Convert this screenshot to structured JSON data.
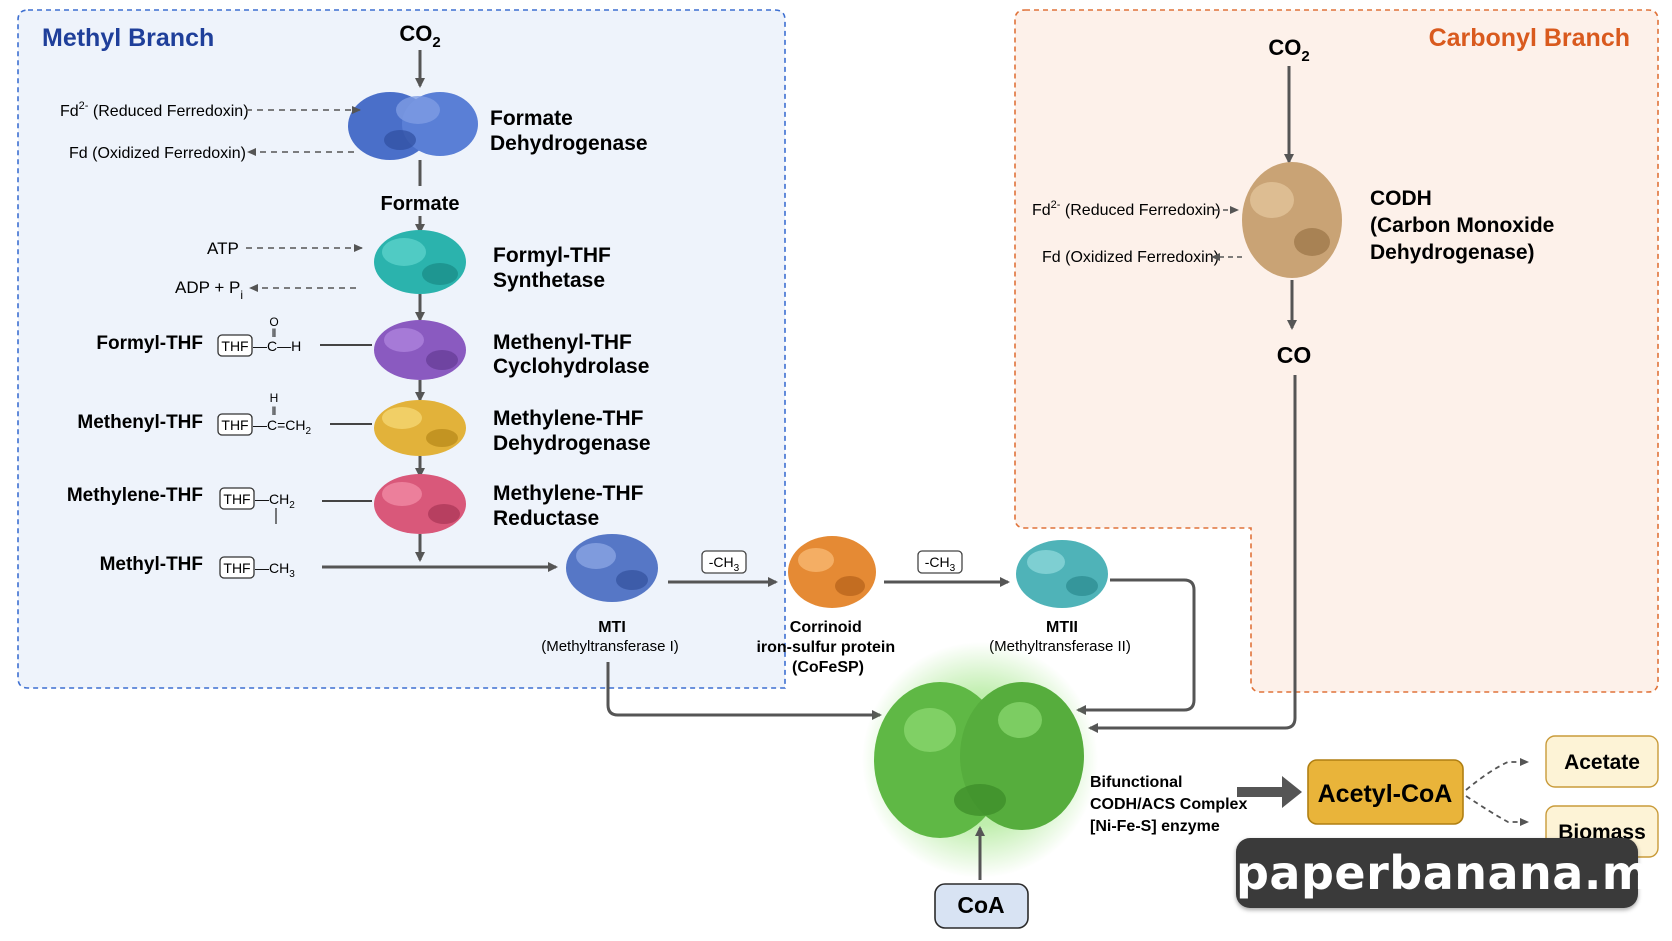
{
  "methyl_branch": {
    "title": "Methyl Branch",
    "co2": "CO",
    "co2_sub": "2",
    "fd_reduced": "Fd",
    "fd_reduced_sup": "2-",
    "fd_reduced_label": "(Reduced Ferredoxin)",
    "fd_oxidized": "Fd  (Oxidized Ferredoxin)",
    "fdh_line1": "Formate",
    "fdh_line2": "Dehydrogenase",
    "formate": "Formate",
    "atp": "ATP",
    "adp": "ADP + P",
    "adp_sub": "i",
    "fts_line1": "Formyl-THF",
    "fts_line2": "Synthetase",
    "cyclo_line1": "Methenyl-THF",
    "cyclo_line2": "Cyclohydrolase",
    "mthd_line1": "Methylene-THF",
    "mthd_line2": "Dehydrogenase",
    "mthr_line1": "Methylene-THF",
    "mthr_line2": "Reductase",
    "intermediates": [
      {
        "name": "Formyl-THF",
        "thf": "THF",
        "top": "O",
        "formula": "C—H"
      },
      {
        "name": "Methenyl-THF",
        "thf": "THF",
        "top": "H",
        "formula": "C=CH",
        "formula_sub": "2"
      },
      {
        "name": "Methylene-THF",
        "thf": "THF",
        "formula": "CH",
        "formula_sub": "2"
      },
      {
        "name": "Methyl-THF",
        "thf": "THF",
        "formula": "CH",
        "formula_sub": "3"
      }
    ]
  },
  "carbonyl_branch": {
    "title": "Carbonyl Branch",
    "co2": "CO",
    "co2_sub": "2",
    "fd_reduced": "Fd",
    "fd_reduced_sup": "2-",
    "fd_reduced_label": "(Reduced Ferredoxin)",
    "fd_oxidized": "Fd  (Oxidized Ferredoxin)",
    "codh_line1": "CODH",
    "codh_line2": "(Carbon Monoxide",
    "codh_line3": "Dehydrogenase)",
    "co": "CO"
  },
  "transfer": {
    "ch3_a": "-CH",
    "ch3_b": "-CH",
    "ch3_sub": "3",
    "mti": "MTI",
    "mti_full": "(Methyltransferase I)",
    "cofesp_line1": "Corrinoid",
    "cofesp_line2": "iron-sulfur protein",
    "cofesp_line3": "(CoFeSP)",
    "mtii": "MTII",
    "mtii_full": "(Methyltransferase II)"
  },
  "complex": {
    "line1": "Bifunctional",
    "line2": "CODH/ACS Complex",
    "line3": "[Ni-Fe-S] enzyme",
    "coa": "CoA",
    "acetyl_coa": "Acetyl-CoA",
    "acetate": "Acetate",
    "biomass": "Biomass"
  },
  "watermark": "paperbanana.me",
  "colors": {
    "methyl_border": "#3d6fd1",
    "methyl_fill": "#eef3fb",
    "methyl_title": "#1f3f9a",
    "carbonyl_border": "#e0733a",
    "carbonyl_fill": "#fdf1ea",
    "carbonyl_title": "#d95a1e",
    "fdh_enzyme": "#4a6fc9",
    "fts_enzyme": "#2bb3ad",
    "cyclo_enzyme": "#8a5ac0",
    "mthd_enzyme": "#e2b23a",
    "mthr_enzyme": "#d9587a",
    "mti_enzyme": "#5677c6",
    "cofesp_enzyme": "#e58a34",
    "mtii_enzyme": "#4fb3b8",
    "codh_enzyme": "#c9a375",
    "complex_enzyme": "#5fb845",
    "acetyl_coa_fill": "#e9b43a",
    "product_fill": "#fdf3d6",
    "coa_fill": "#d8e3f3"
  }
}
